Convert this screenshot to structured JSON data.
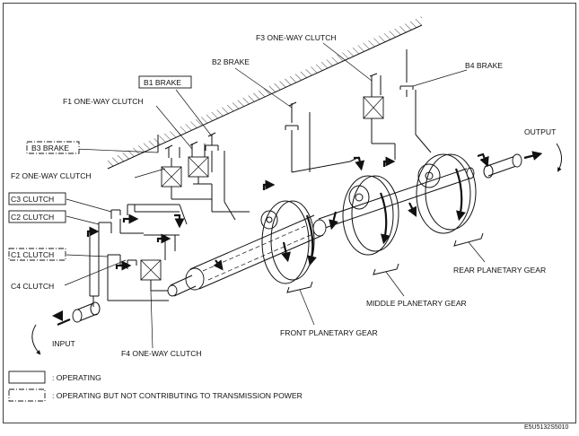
{
  "labels": {
    "f3_one_way_clutch": "F3 ONE-WAY CLUTCH",
    "b2_brake": "B2 BRAKE",
    "b4_brake": "B4 BRAKE",
    "b1_brake": "B1 BRAKE",
    "f1_one_way_clutch": "F1 ONE-WAY CLUTCH",
    "b3_brake": "B3 BRAKE",
    "f2_one_way_clutch": "F2 ONE-WAY CLUTCH",
    "c3_clutch": "C3 CLUTCH",
    "c2_clutch": "C2 CLUTCH",
    "c1_clutch": "C1 CLUTCH",
    "c4_clutch": "C4 CLUTCH",
    "output": "OUTPUT",
    "input": "INPUT",
    "f4_one_way_clutch": "F4 ONE-WAY CLUTCH",
    "front_planetary_gear": "FRONT PLANETARY GEAR",
    "middle_planetary_gear": "MIDDLE PLANETARY GEAR",
    "rear_planetary_gear": "REAR PLANETARY GEAR"
  },
  "legend": {
    "operating": ": OPERATING",
    "not_contributing": ": OPERATING BUT NOT CONTRIBUTING TO TRANSMISSION POWER"
  },
  "reference_code": "E5U5132S5010"
}
